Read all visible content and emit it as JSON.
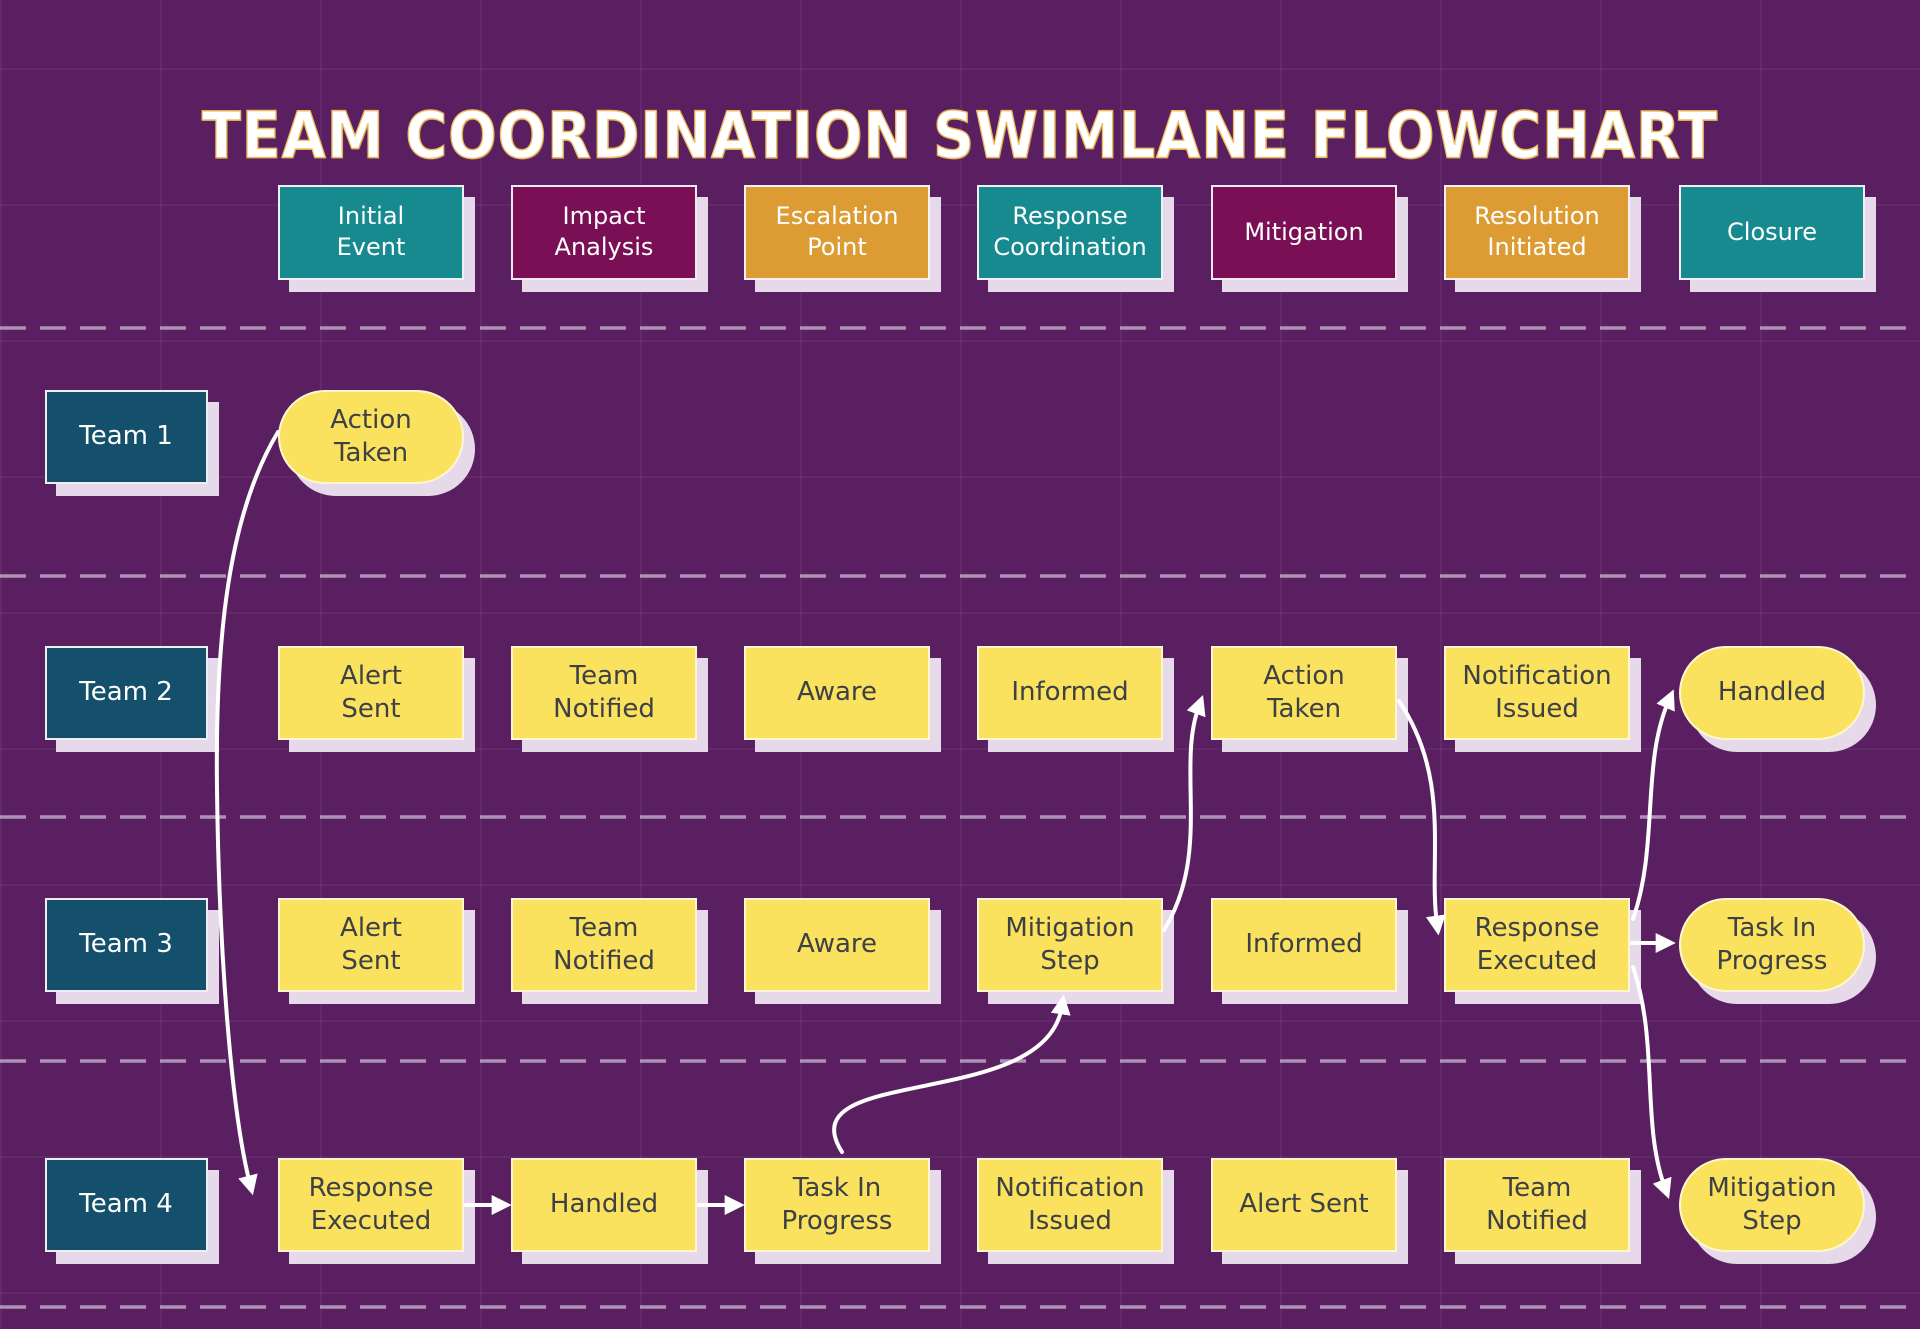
{
  "title": "TEAM COORDINATION SWIMLANE FLOWCHART",
  "colors": {
    "background": "#5a1f60",
    "teal": "#178a90",
    "plum": "#7a0f55",
    "orange": "#dd9b33",
    "lane_label_fill": "#14506b",
    "node_fill": "#fae25e",
    "node_text": "#3d4045",
    "arrow": "#ffffff",
    "divider": "#c3afcc",
    "shadow": "#ede4f1"
  },
  "columns": [
    {
      "id": "c1",
      "label": "Initial\nEvent",
      "color": "teal"
    },
    {
      "id": "c2",
      "label": "Impact\nAnalysis",
      "color": "plum"
    },
    {
      "id": "c3",
      "label": "Escalation\nPoint",
      "color": "orange"
    },
    {
      "id": "c4",
      "label": "Response\nCoordination",
      "color": "teal"
    },
    {
      "id": "c5",
      "label": "Mitigation",
      "color": "plum"
    },
    {
      "id": "c6",
      "label": "Resolution\nInitiated",
      "color": "orange"
    },
    {
      "id": "c7",
      "label": "Closure",
      "color": "teal"
    }
  ],
  "lanes": [
    {
      "id": "t1",
      "label": "Team 1"
    },
    {
      "id": "t2",
      "label": "Team 2"
    },
    {
      "id": "t3",
      "label": "Team 3"
    },
    {
      "id": "t4",
      "label": "Team 4"
    }
  ],
  "nodes": [
    {
      "id": "t1c1",
      "lane": "t1",
      "col": "c1",
      "label": "Action\nTaken",
      "shape": "stadium"
    },
    {
      "id": "t2c1",
      "lane": "t2",
      "col": "c1",
      "label": "Alert\nSent",
      "shape": "rect"
    },
    {
      "id": "t2c2",
      "lane": "t2",
      "col": "c2",
      "label": "Team\nNotified",
      "shape": "rect"
    },
    {
      "id": "t2c3",
      "lane": "t2",
      "col": "c3",
      "label": "Aware",
      "shape": "rect"
    },
    {
      "id": "t2c4",
      "lane": "t2",
      "col": "c4",
      "label": "Informed",
      "shape": "rect"
    },
    {
      "id": "t2c5",
      "lane": "t2",
      "col": "c5",
      "label": "Action\nTaken",
      "shape": "rect"
    },
    {
      "id": "t2c6",
      "lane": "t2",
      "col": "c6",
      "label": "Notification\nIssued",
      "shape": "rect"
    },
    {
      "id": "t2c7",
      "lane": "t2",
      "col": "c7",
      "label": "Handled",
      "shape": "stadium"
    },
    {
      "id": "t3c1",
      "lane": "t3",
      "col": "c1",
      "label": "Alert\nSent",
      "shape": "rect"
    },
    {
      "id": "t3c2",
      "lane": "t3",
      "col": "c2",
      "label": "Team\nNotified",
      "shape": "rect"
    },
    {
      "id": "t3c3",
      "lane": "t3",
      "col": "c3",
      "label": "Aware",
      "shape": "rect"
    },
    {
      "id": "t3c4",
      "lane": "t3",
      "col": "c4",
      "label": "Mitigation\nStep",
      "shape": "rect"
    },
    {
      "id": "t3c5",
      "lane": "t3",
      "col": "c5",
      "label": "Informed",
      "shape": "rect"
    },
    {
      "id": "t3c6",
      "lane": "t3",
      "col": "c6",
      "label": "Response\nExecuted",
      "shape": "rect"
    },
    {
      "id": "t3c7",
      "lane": "t3",
      "col": "c7",
      "label": "Task In\nProgress",
      "shape": "stadium"
    },
    {
      "id": "t4c1",
      "lane": "t4",
      "col": "c1",
      "label": "Response\nExecuted",
      "shape": "rect"
    },
    {
      "id": "t4c2",
      "lane": "t4",
      "col": "c2",
      "label": "Handled",
      "shape": "rect"
    },
    {
      "id": "t4c3",
      "lane": "t4",
      "col": "c3",
      "label": "Task In\nProgress",
      "shape": "rect"
    },
    {
      "id": "t4c4",
      "lane": "t4",
      "col": "c4",
      "label": "Notification\nIssued",
      "shape": "rect"
    },
    {
      "id": "t4c5",
      "lane": "t4",
      "col": "c5",
      "label": "Alert Sent",
      "shape": "rect"
    },
    {
      "id": "t4c6",
      "lane": "t4",
      "col": "c6",
      "label": "Team\nNotified",
      "shape": "rect"
    },
    {
      "id": "t4c7",
      "lane": "t4",
      "col": "c7",
      "label": "Mitigation\nStep",
      "shape": "stadium"
    }
  ],
  "arrows": [
    {
      "from": "t1c1",
      "to": "t4c1"
    },
    {
      "from": "t4c1",
      "to": "t4c2"
    },
    {
      "from": "t4c2",
      "to": "t4c3"
    },
    {
      "from": "t4c3",
      "to": "t3c4"
    },
    {
      "from": "t3c4",
      "to": "t2c5"
    },
    {
      "from": "t2c5",
      "to": "t3c6"
    },
    {
      "from": "t3c6",
      "to": "t3c7"
    },
    {
      "from": "t3c6",
      "to": "t2c7"
    },
    {
      "from": "t3c6",
      "to": "t4c7"
    }
  ]
}
